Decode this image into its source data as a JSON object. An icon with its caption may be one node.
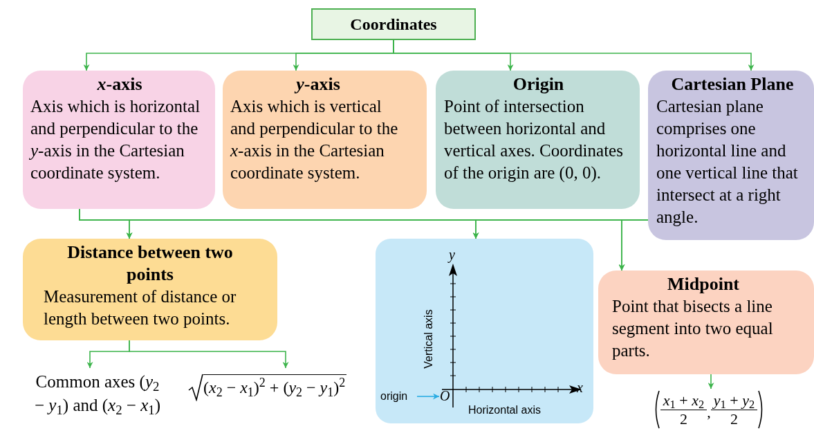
{
  "diagram": {
    "nodes": [
      {
        "text": [
          "Coordinates"
        ]
      },
      {
        "text": [
          "*x*-axis",
          "Axis which is horizontal and perpendicular to the *y*-axis in the Cartesian coordinate system."
        ]
      },
      {
        "text": [
          "*y*-axis",
          "Axis which is vertical and perpendicular to the *x*-axis in the Cartesian coordinate system."
        ]
      },
      {
        "text": [
          "Origin",
          "Point of intersection between horizontal and vertical axes. Coordinates of the origin are (0, 0)."
        ]
      },
      {
        "text": [
          "Cartesian Plane",
          "Cartesian plane comprises one horizontal line and one vertical line that intersect at a right angle."
        ]
      },
      {
        "text": [
          "Distance between two points",
          "Measurement of distance or length between two points."
        ]
      },
      {
        "text": [
          "y",
          "Vertical axis",
          "x",
          "Horizontal axis"
        ]
      },
      {
        "text": [
          "origin"
        ],
        "in": 6
      },
      {
        "text": [
          "O"
        ],
        "in": 6
      },
      {
        "text": [
          "Midpoint",
          "Point that bisects a line segment into two equal parts."
        ]
      },
      {
        "text": [
          "Common axes (*y*$_{2}$ − *y*$_{1}$) and (*x*$_{2}$ − *x*$_{1}$)"
        ]
      },
      {
        "text": [
          "(*x*$_{2}$ − *x*$_{1}$)$^{2}$ + (*y*$_{2}$ − *y*$_{1}$)$^{2}$"
        ]
      },
      {
        "text": [
          "*x*$_{1}$ + *x*$_{2}$",
          "2",
          ",",
          "*y*$_{1}$ + *y*$_{2}$",
          "2"
        ]
      }
    ],
    "edges": [
      {
        "from": 0,
        "to": 1,
        "arrow": "to"
      },
      {
        "from": 0,
        "to": 2,
        "arrow": "to"
      },
      {
        "from": 0,
        "to": 3,
        "arrow": "to"
      },
      {
        "from": 0,
        "to": 4,
        "arrow": "to"
      },
      {
        "from": 1,
        "to": 5,
        "arrow": "to"
      },
      {
        "from": 1,
        "to": 6,
        "arrow": "to"
      },
      {
        "from": 1,
        "to": 9,
        "arrow": "to"
      },
      {
        "from": 4,
        "to": 5,
        "arrow": "to"
      },
      {
        "from": 4,
        "to": 6,
        "arrow": "to"
      },
      {
        "from": 4,
        "to": 9,
        "arrow": "to"
      },
      {
        "from": 5,
        "to": 10,
        "arrow": "to"
      },
      {
        "from": 5,
        "to": 11,
        "arrow": "to"
      },
      {
        "from": 9,
        "to": 12,
        "arrow": "to"
      },
      {
        "from": 7,
        "to": 8,
        "arrow": "to",
        "color": "#29abe2"
      }
    ]
  }
}
